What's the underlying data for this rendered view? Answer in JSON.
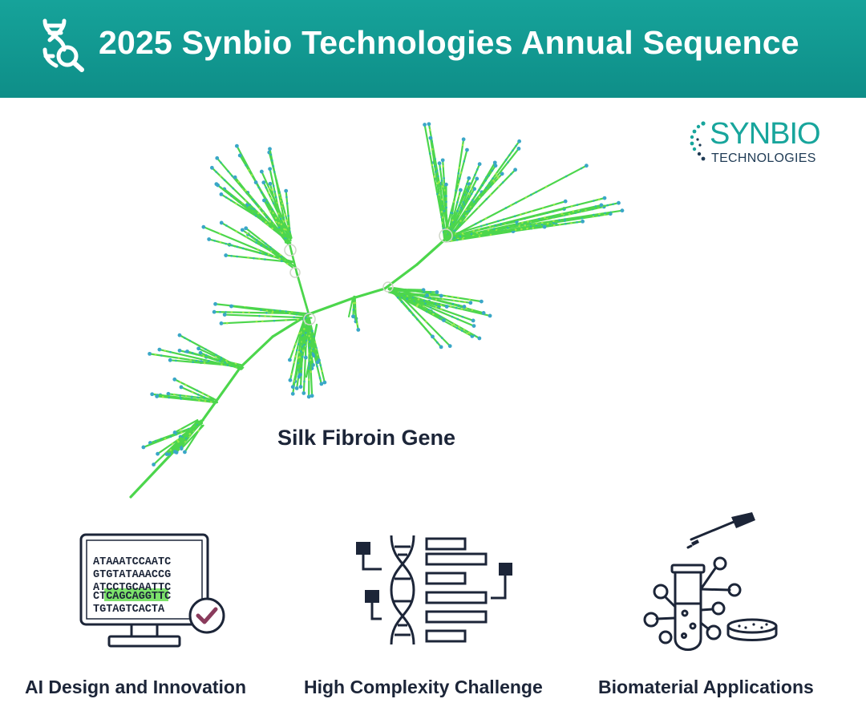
{
  "header": {
    "title": "2025 Synbio Technologies Annual Sequence",
    "icon": "dna-search-icon"
  },
  "logo": {
    "main": "SYNBIO",
    "sub": "TECHNOLOGIES"
  },
  "tree": {
    "caption": "Silk Fibroin Gene"
  },
  "features": [
    {
      "label": "AI Design and Innovation",
      "icon": "monitor-dna-check-icon",
      "sequence_lines": [
        "ATAAATCCAATC",
        "GTGTATAAACCG",
        "ATCCTGCAATTC",
        "TGTAGTCACTA"
      ],
      "highlight_line": {
        "prefix": "C",
        "highlight": "TCAGCAGG",
        "suffix": "TTC"
      }
    },
    {
      "label": "High Complexity Challenge",
      "icon": "dna-blocks-icon"
    },
    {
      "label": "Biomaterial Applications",
      "icon": "test-tube-molecule-icon"
    }
  ],
  "colors": {
    "header": "#12998f",
    "accent": "#18a59c",
    "branch": "#4cd64c",
    "highlight": "#7de36b",
    "check": "#8a3b5c",
    "ink": "#1c2538"
  }
}
